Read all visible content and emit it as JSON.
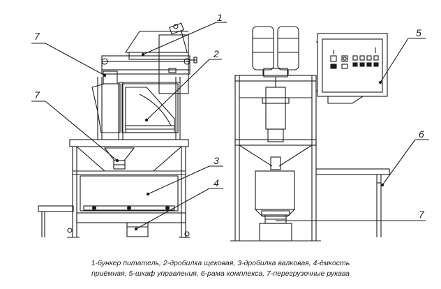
{
  "callouts": {
    "c1": "1",
    "c2": "2",
    "c3": "3",
    "c4": "4",
    "c5": "5",
    "c6": "6",
    "c7_top": "7",
    "c7_mid": "7",
    "c7_right": "7"
  },
  "caption": {
    "line1": "1-бункер питатель, 2-дробилка щековая, 3-дробилка валковая, 4-ёмкость",
    "line2": "приёмная, 5-шкаф управления, 6-рама комплекса, 7-перегрузочные рукава"
  }
}
